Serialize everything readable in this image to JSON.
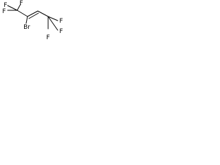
{
  "molecule": {
    "atoms": {
      "f_top_left": "F",
      "f_mid_left": "F",
      "f_upper": "F",
      "br": "Br",
      "f_right_top": "F",
      "f_right_mid": "F",
      "f_right_bottom": "F"
    },
    "colors": {
      "bond": "#000000",
      "label": "#000000",
      "background": "#ffffff"
    }
  }
}
